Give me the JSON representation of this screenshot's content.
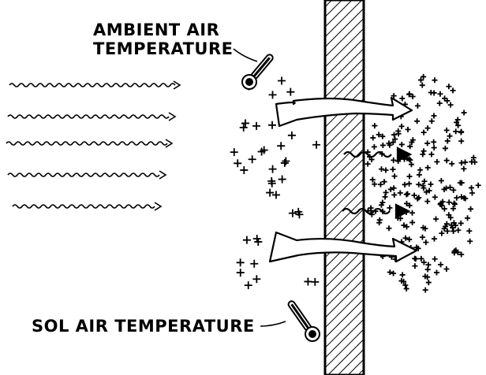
{
  "labels": {
    "ambient_line1": "AMBIENT AIR",
    "ambient_line2": "TEMPERATURE",
    "sol": "SOL AIR TEMPERATURE"
  },
  "colors": {
    "ink": "#000000",
    "background": "#ffffff"
  },
  "icons": [
    "thermometer-icon",
    "radiation-wave-icon",
    "heat-flow-arrow-icon",
    "plus-sign-icon"
  ]
}
